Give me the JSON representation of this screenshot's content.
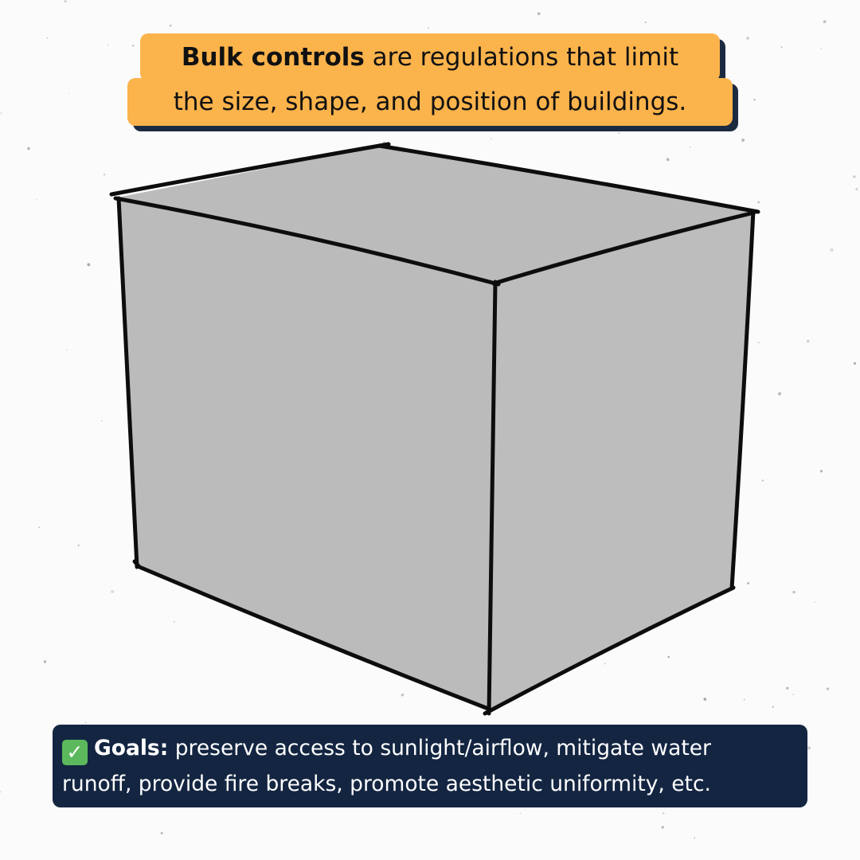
{
  "caption": {
    "term": "Bulk controls",
    "line1_rest": " are regulations that limit",
    "line2": "the size, shape, and position of buildings."
  },
  "goals": {
    "icon": "check-mark-icon",
    "label": "Goals:",
    "line1": " preserve access to sunlight/airflow, mitigate water",
    "line2": "runoff, provide fire breaks, promote aesthetic uniformity, etc."
  },
  "colors": {
    "caption_highlight": "#fbb34c",
    "caption_shadow": "#1c2a41",
    "goals_panel": "#132541",
    "cube_fill": "#bbbbbb",
    "check": "#5cb85c"
  }
}
